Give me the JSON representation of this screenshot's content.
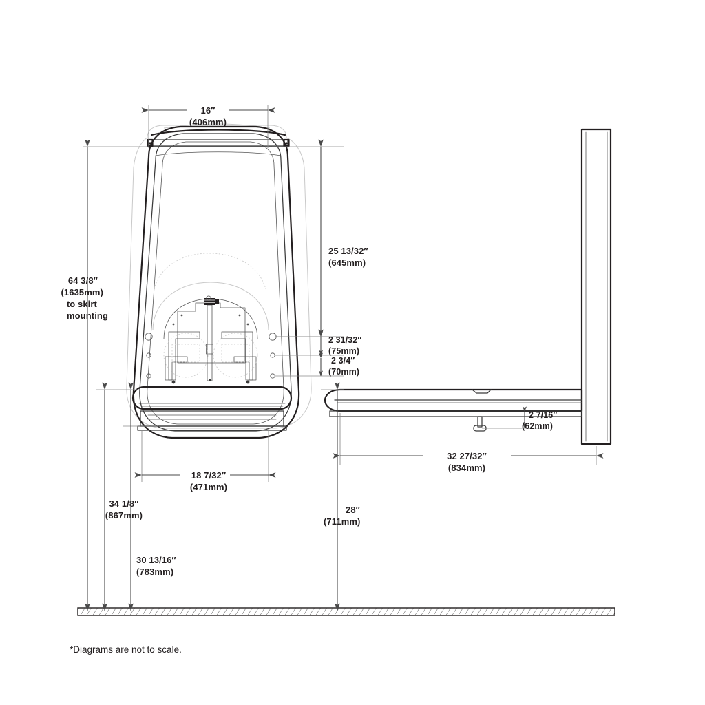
{
  "document": {
    "title": "Wall-Mounted Fixture Dimension Drawing",
    "footnote": "*Diagrams are not to scale."
  },
  "views": {
    "front": {
      "name": "front-elevation"
    },
    "side": {
      "name": "side-elevation"
    }
  },
  "dimensions": {
    "width_top": {
      "id": "width-top",
      "imperial": "16″",
      "metric": "(406mm)",
      "view": "front",
      "orientation": "horizontal"
    },
    "height_upper": {
      "id": "height-upper",
      "imperial": "25 13/32″",
      "metric": "(645mm)",
      "view": "front",
      "orientation": "vertical"
    },
    "height_skirt": {
      "id": "height-to-skirt-mounting",
      "imperial": "64 3/8″",
      "metric": "(1635mm)",
      "note_line1": "to skirt",
      "note_line2": "mounting",
      "view": "front",
      "orientation": "vertical"
    },
    "gap_upper": {
      "id": "gap-upper",
      "imperial": "2 31/32″",
      "metric": "(75mm)",
      "view": "front",
      "orientation": "vertical"
    },
    "gap_lower": {
      "id": "gap-lower",
      "imperial": "2 3/4″",
      "metric": "(70mm)",
      "view": "front",
      "orientation": "vertical"
    },
    "width_bottom": {
      "id": "width-bottom",
      "imperial": "18 7/32″",
      "metric": "(471mm)",
      "view": "front",
      "orientation": "horizontal"
    },
    "height_seat_outer": {
      "id": "height-seat-outer",
      "imperial": "34 1/8″",
      "metric": "(867mm)",
      "view": "front",
      "orientation": "vertical"
    },
    "height_seat_inner": {
      "id": "height-seat-inner",
      "imperial": "30 13/16″",
      "metric": "(783mm)",
      "view": "front",
      "orientation": "vertical"
    },
    "depth_overall": {
      "id": "depth-overall",
      "imperial": "32 27/32″",
      "metric": "(834mm)",
      "view": "side",
      "orientation": "horizontal"
    },
    "drop_height": {
      "id": "drop-height",
      "imperial": "2 7/16″",
      "metric": "(62mm)",
      "view": "side",
      "orientation": "vertical"
    },
    "seat_height": {
      "id": "seat-height",
      "imperial": "28″",
      "metric": "(711mm)",
      "view": "side",
      "orientation": "vertical"
    }
  },
  "colors": {
    "line": "#231f20",
    "dimension": "#4a4a4a",
    "extension": "#8a8a8a",
    "ghost": "#c9c9c9",
    "background": "#ffffff"
  }
}
